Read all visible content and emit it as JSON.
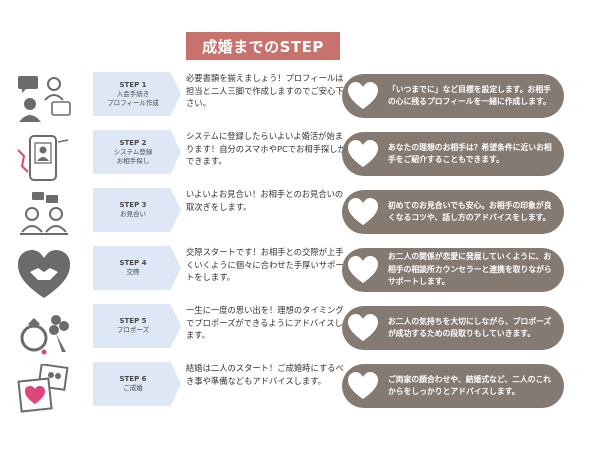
{
  "title": "成婚までのSTEP",
  "steps": [
    {
      "num": "STEP 1",
      "name1": "入会手続き",
      "name2": "プロフィール作成",
      "desc": "必要書類を揃えましょう！プロフィールは担当と二人三脚で作成しますのでご安心下さい。",
      "advice": "「いつまでに」など目標を設定します。お相手の心に残るプロフィールを一緒に作成します。",
      "icon": "consultation-icon"
    },
    {
      "num": "STEP 2",
      "name1": "システム登録",
      "name2": "お相手探し",
      "desc": "システムに登録したらいよいよ婚活が始まります！自分のスマホやPCでお相手探しができます。",
      "advice": "あなたの理想のお相手は？希望条件に近いお相手をご紹介することもできます。",
      "icon": "smartphone-search-icon"
    },
    {
      "num": "STEP 3",
      "name1": "お見合い",
      "name2": "",
      "desc": "いよいよお見合い！お相手とのお見合いの取次ぎをします。",
      "advice": "初めてのお見合いでも安心。お相手の印象が良くなるコツや、話し方のアドバイスをします。",
      "icon": "meeting-icon"
    },
    {
      "num": "STEP 4",
      "name1": "交際",
      "name2": "",
      "desc": "交際スタートです！お相手との交際が上手くいくように個々に合わせた手厚いサポートをします。",
      "advice": "お二人の関係が恋愛に発展していくように、お相手の相談所カウンセラーと連携を取りながらサポートします。",
      "icon": "handshake-heart-icon"
    },
    {
      "num": "STEP 5",
      "name1": "プロポーズ",
      "name2": "",
      "desc": "一生に一度の思い出を！理想のタイミングでプロポーズができるようにアドバイスします。",
      "advice": "お二人の気持ちを大切にしながら、プロポーズが成功するための段取りもしていきます。",
      "icon": "ring-bouquet-icon"
    },
    {
      "num": "STEP 6",
      "name1": "ご成婚",
      "name2": "",
      "desc": "結婚は二人のスタート！ご成婚時にするべき事や準備などもアドバイスします。",
      "advice": "ご両家の顔合わせや、結婚式など、二人のこれからをしっかりとアドバイスします。",
      "icon": "photo-frames-icon"
    }
  ],
  "colors": {
    "title_bg": "#c8726e",
    "step_bg": "#dde7f5",
    "pill_bg": "#847a72",
    "icon_gray": "#6b6b6b",
    "accent_pink": "#e0457b"
  }
}
